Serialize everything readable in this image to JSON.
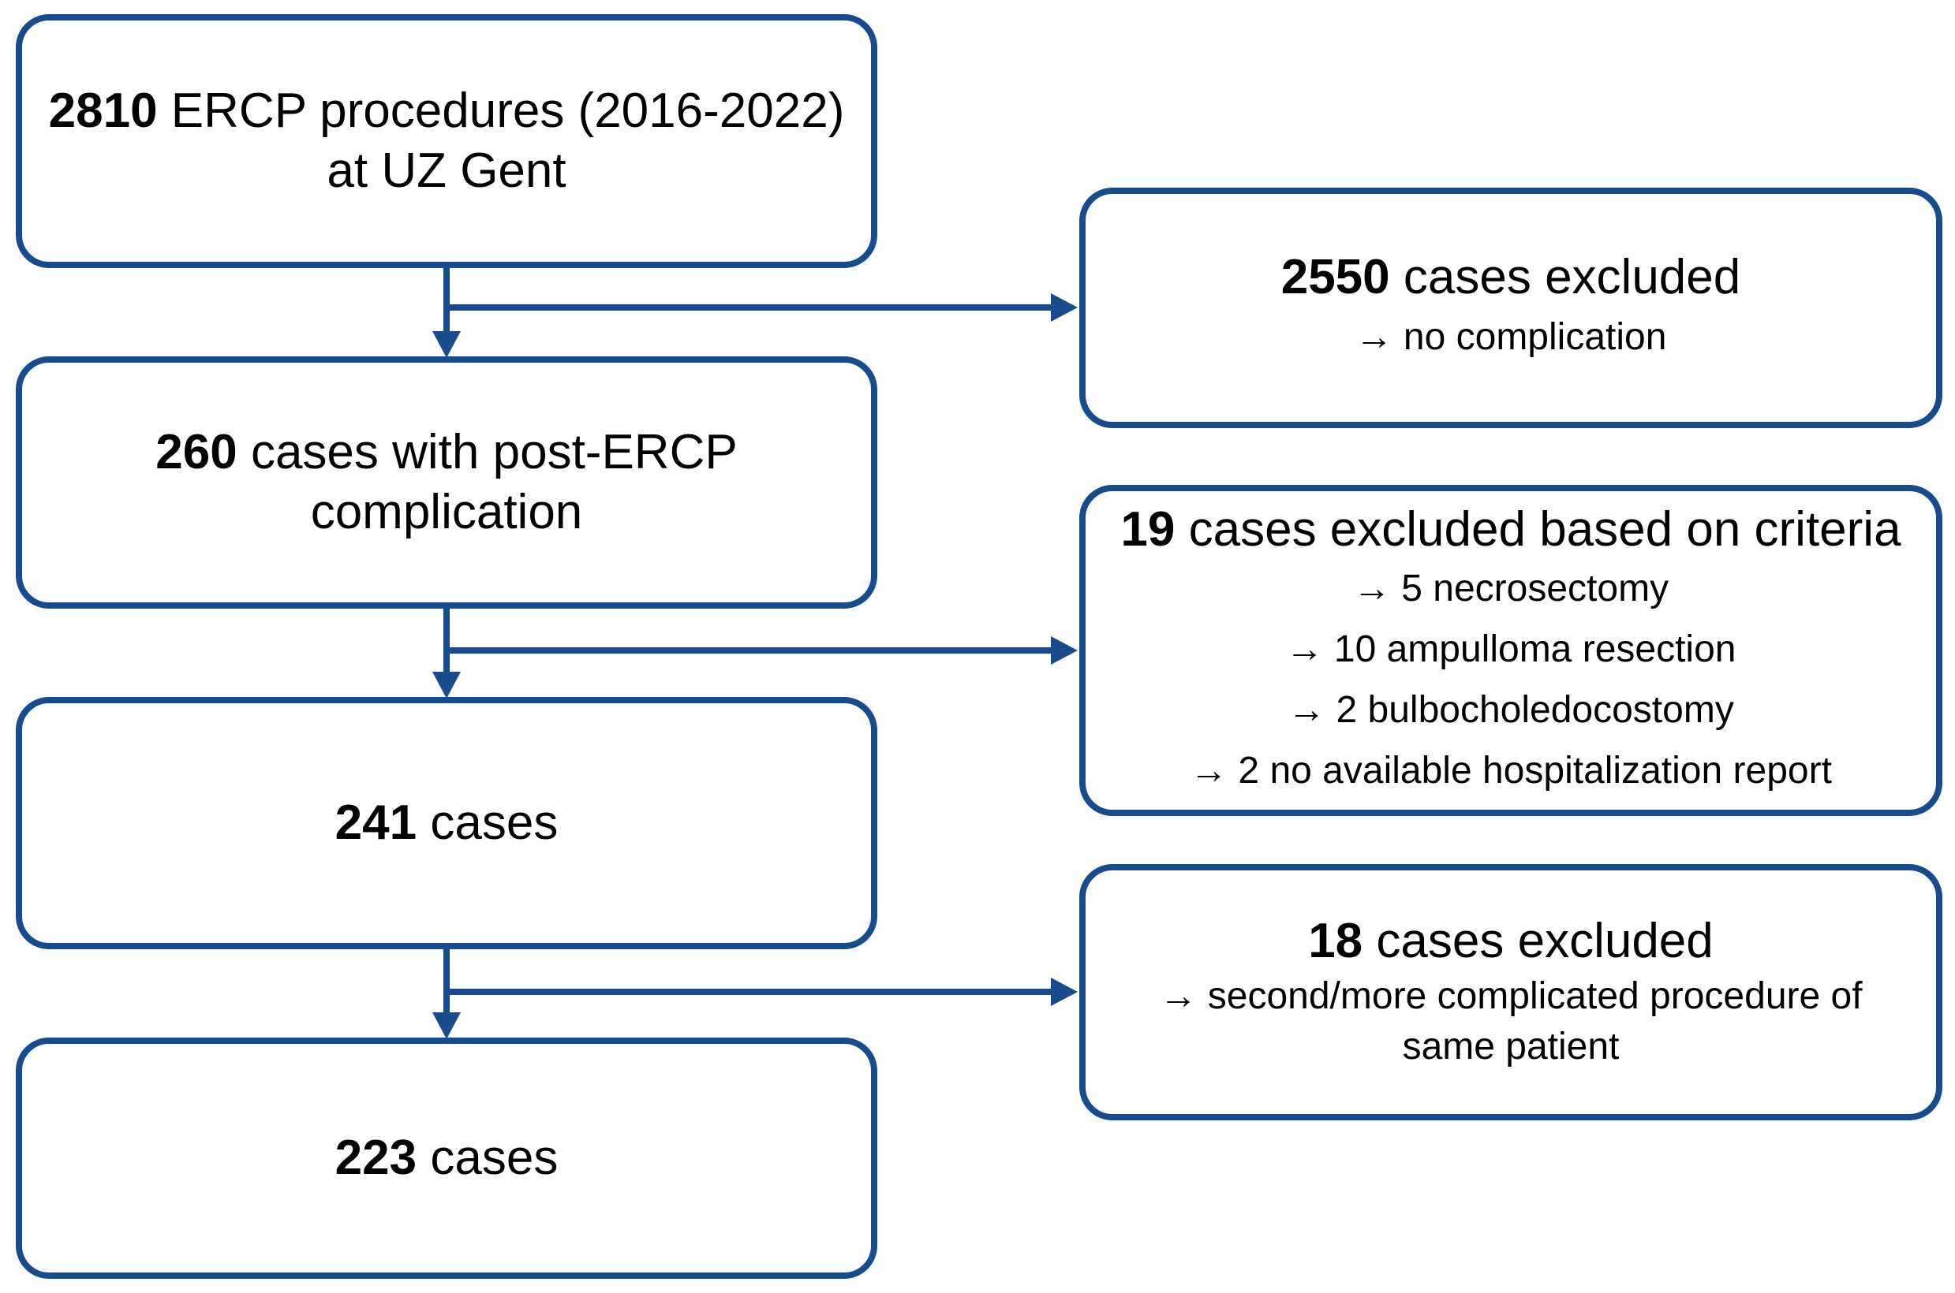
{
  "colors": {
    "line": "#164b8e",
    "text": "#000000",
    "background": "#ffffff"
  },
  "diagram": {
    "left_boxes": [
      {
        "number": "2810",
        "rest": " ERCP procedures (2016-2022)",
        "line2": "at UZ Gent"
      },
      {
        "number": "260",
        "rest": " cases with post-ERCP",
        "line2": "complication"
      },
      {
        "number": "241",
        "rest": " cases"
      },
      {
        "number": "223",
        "rest": " cases"
      }
    ],
    "right_boxes": [
      {
        "number": "2550",
        "rest": " cases excluded",
        "details": [
          "→ no complication"
        ]
      },
      {
        "number": "19",
        "rest": " cases excluded based on criteria",
        "details": [
          "→ 5 necrosectomy",
          "→ 10 ampulloma resection",
          "→ 2 bulbocholedocostomy",
          "→ 2 no available hospitalization report"
        ]
      },
      {
        "number": "18",
        "rest": " cases excluded",
        "details": [
          "→ second/more complicated procedure of same patient"
        ]
      }
    ]
  }
}
